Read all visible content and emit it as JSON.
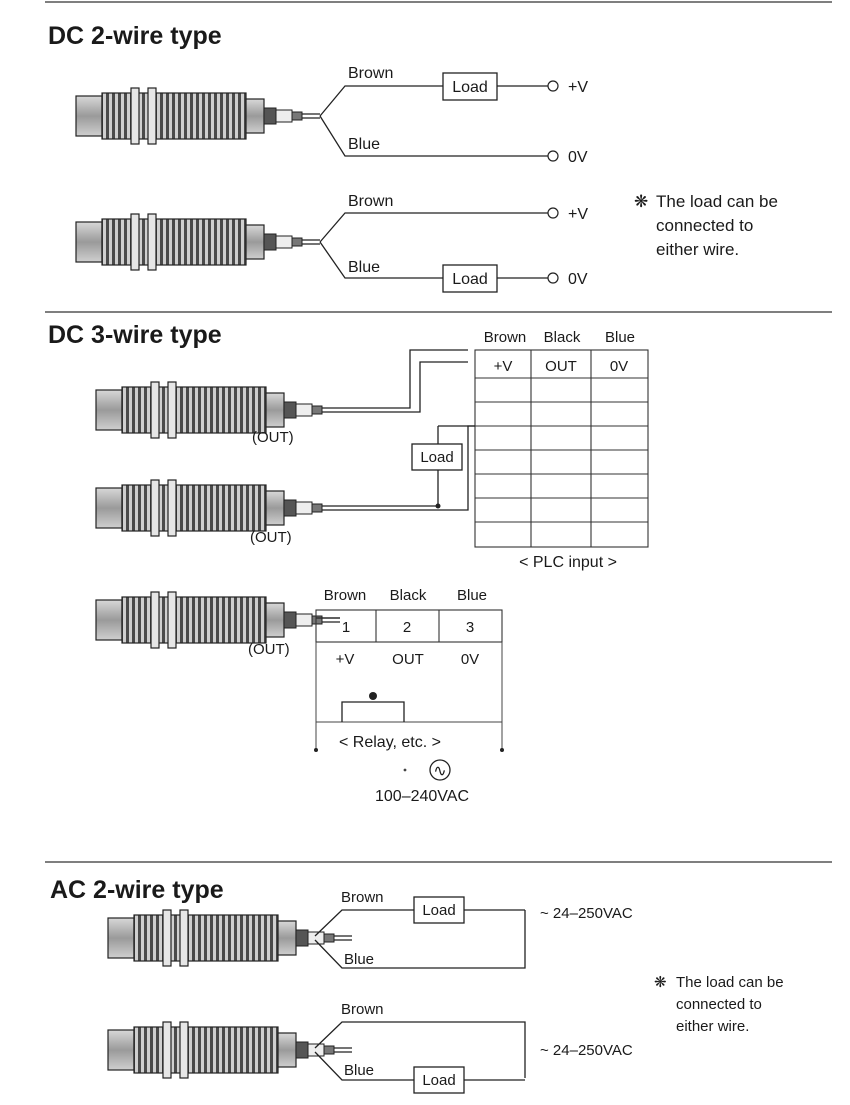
{
  "sections": {
    "dc2": {
      "title": "DC 2-wire type",
      "brown": "Brown",
      "blue": "Blue",
      "load": "Load",
      "plus_v": "+V",
      "zero_v": "0V",
      "note_mark": "❋",
      "note_lines": [
        "The load can be",
        "connected to",
        "either wire."
      ]
    },
    "dc3": {
      "title": "DC 3-wire type",
      "plc": {
        "col_headers": [
          "Brown",
          "Black",
          "Blue"
        ],
        "row_labels": [
          "+V",
          "OUT",
          "0V"
        ],
        "caption": "< PLC input >"
      },
      "out_label": "(OUT)",
      "load": "Load",
      "relay": {
        "col_headers": [
          "Brown",
          "Black",
          "Blue"
        ],
        "terminal_numbers": [
          "1",
          "2",
          "3"
        ],
        "terminal_labels": [
          "+V",
          "OUT",
          "0V"
        ],
        "caption": "< Relay, etc. >",
        "ac_symbol": "∿",
        "supply": "100–240VAC"
      }
    },
    "ac2": {
      "title": "AC 2-wire type",
      "brown": "Brown",
      "blue": "Blue",
      "load": "Load",
      "supply": "~ 24–250VAC",
      "note_mark": "❋",
      "note_lines": [
        "The load can be",
        "connected to",
        "either wire."
      ]
    }
  },
  "colors": {
    "line": "#222222",
    "sensor_dark": "#3a3a3a",
    "sensor_light": "#bdbdbd"
  }
}
